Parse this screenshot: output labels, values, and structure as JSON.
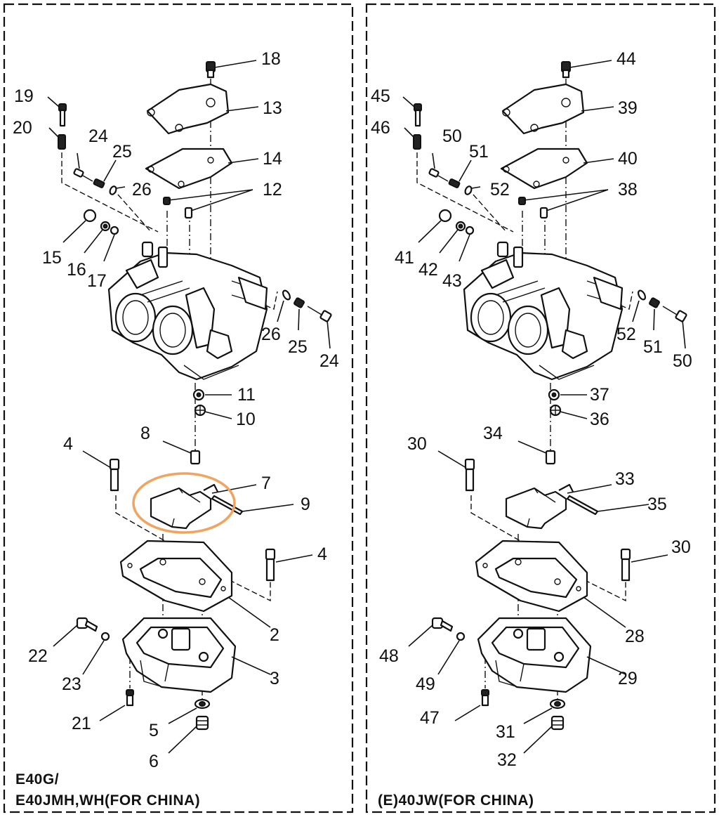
{
  "panels": [
    {
      "id": "left",
      "caption": [
        "E40G/",
        "E40JMH,WH(FOR CHINA)"
      ],
      "labels": {
        "p18": "18",
        "p13": "13",
        "p14": "14",
        "p12": "12",
        "p19": "19",
        "p20": "20",
        "p24a": "24",
        "p25a": "25",
        "p26a": "26",
        "p15": "15",
        "p16": "16",
        "p17": "17",
        "p26b": "26",
        "p25b": "25",
        "p24b": "24",
        "p11": "11",
        "p10": "10",
        "p8": "8",
        "p4a": "4",
        "p7": "7",
        "p9": "9",
        "p4b": "4",
        "p2": "2",
        "p22": "22",
        "p23": "23",
        "p3": "3",
        "p21": "21",
        "p5": "5",
        "p6": "6"
      },
      "highlight": "float"
    },
    {
      "id": "right",
      "caption": [
        "(E)40JW(FOR CHINA)"
      ],
      "labels": {
        "p18": "44",
        "p13": "39",
        "p14": "40",
        "p12": "38",
        "p19": "45",
        "p20": "46",
        "p24a": "50",
        "p25a": "51",
        "p26a": "52",
        "p15": "41",
        "p16": "42",
        "p17": "43",
        "p26b": "52",
        "p25b": "51",
        "p24b": "50",
        "p11": "37",
        "p10": "36",
        "p8": "34",
        "p4a": "30",
        "p7": "33",
        "p9": "35",
        "p4b": "30",
        "p2": "28",
        "p22": "48",
        "p23": "49",
        "p3": "29",
        "p21": "47",
        "p5": "31",
        "p6": "32"
      },
      "highlight": null
    }
  ],
  "colors": {
    "ink": "#111111",
    "highlight": "#f0a45e",
    "background": "#ffffff"
  }
}
